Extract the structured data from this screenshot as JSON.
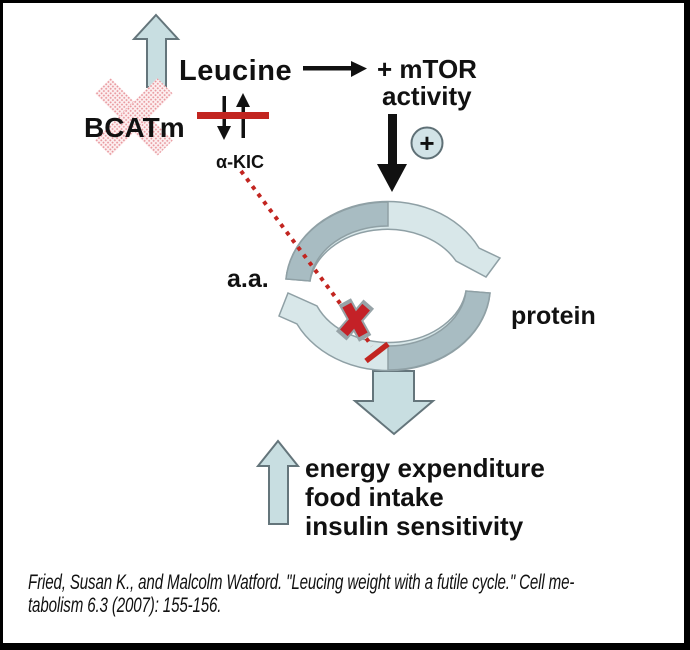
{
  "figure": {
    "nodes": {
      "leucine": "Leucine",
      "bcatm": "BCATm",
      "akic": "α-KIC",
      "mtor_line1": "+ mTOR",
      "mtor_line2": "activity",
      "plus_circle": "+",
      "amino_acids": "a.a.",
      "protein": "protein"
    },
    "outcomes": [
      "energy expenditure",
      "food intake",
      "insulin sensitivity"
    ],
    "citation": {
      "line1": "Fried, Susan K., and Malcolm Watford. \"Leucing weight with a futile cycle.\" Cell me-",
      "line2": "tabolism 6.3 (2007): 155-156."
    },
    "colors": {
      "arrow_fill": "#c8dee1",
      "arrow_border": "#64757b",
      "cycle_light": "#d8e7e9",
      "cycle_dark": "#a8bcc2",
      "cycle_border": "#8fa0a5",
      "inhibit_red": "#c22520",
      "bcatm_x_pink": "#e8969c",
      "plus_circle_fill": "#d2e3e7"
    }
  }
}
